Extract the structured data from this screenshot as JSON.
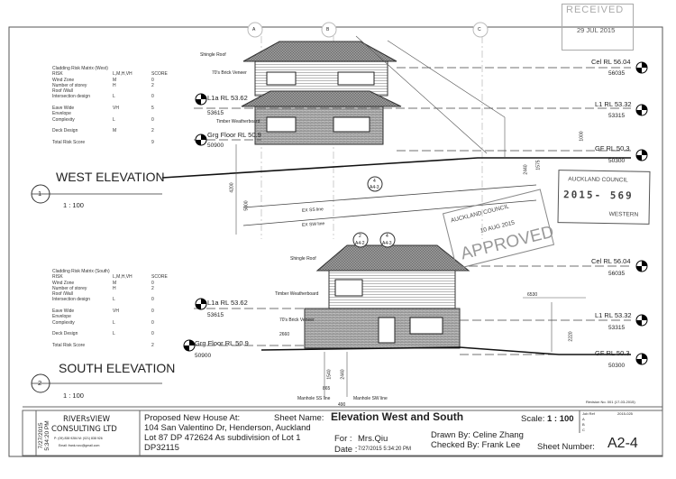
{
  "grid_labels": [
    "A",
    "B",
    "C"
  ],
  "west": {
    "title": "WEST ELEVATION",
    "scale": "1 : 100",
    "number": "1",
    "matrix": {
      "title": "Cladding Risk Matrix (West)",
      "rows": [
        [
          "RISK",
          "L,M,H,VH",
          "SCORE"
        ],
        [
          "Wind Zone",
          "M",
          "0"
        ],
        [
          "Number of storey",
          "H",
          "2"
        ],
        [
          "Roof /Wall",
          "",
          ""
        ],
        [
          "Intersection design",
          "L",
          "0"
        ],
        [
          "",
          "",
          ""
        ],
        [
          "Eave Wide",
          "VH",
          "5"
        ],
        [
          "Envelope",
          "",
          ""
        ],
        [
          "Complexity",
          "L",
          "0"
        ],
        [
          "",
          "",
          ""
        ],
        [
          "Deck Design",
          "M",
          "2"
        ],
        [
          "",
          "",
          ""
        ],
        [
          "Total Risk Score",
          "",
          "9"
        ]
      ]
    },
    "levels_left": [
      {
        "label": "L1a RL 53.62",
        "value": "53615"
      },
      {
        "label": "Grg Floor RL 50.9",
        "value": "50900"
      }
    ],
    "levels_right": [
      {
        "label": "Cel RL 56.04",
        "value": "56035"
      },
      {
        "label": "L1 RL 53.32",
        "value": "53315"
      },
      {
        "label": "GF RL 50.3",
        "value": "50300"
      }
    ],
    "notes": [
      "Shingle Roof",
      "70's Brick Veneer",
      "Timber Weatherboard",
      "EX SS line",
      "EX SW line"
    ],
    "dims": [
      "4200",
      "5000",
      "2440",
      "1575",
      "1000"
    ],
    "section": {
      "num": "4",
      "ref": "A4-3"
    }
  },
  "south": {
    "title": "SOUTH ELEVATION",
    "scale": "1 : 100",
    "number": "2",
    "matrix": {
      "title": "Cladding Risk Matrix (South)",
      "rows": [
        [
          "RISK",
          "L,M,H,VH",
          "SCORE"
        ],
        [
          "Wind Zone",
          "M",
          "0"
        ],
        [
          "Number of storey",
          "H",
          "2"
        ],
        [
          "Roof /Wall",
          "",
          ""
        ],
        [
          "Intersection design",
          "L",
          "0"
        ],
        [
          "",
          "",
          ""
        ],
        [
          "Eave Wide",
          "VH",
          "0"
        ],
        [
          "Envelope",
          "",
          ""
        ],
        [
          "Complexity",
          "L",
          "0"
        ],
        [
          "",
          "",
          ""
        ],
        [
          "Deck Design",
          "L",
          "0"
        ],
        [
          "",
          "",
          ""
        ],
        [
          "Total Risk Score",
          "",
          "2"
        ]
      ]
    },
    "levels_left": [
      {
        "label": "L1a RL 53.62",
        "value": "53615"
      },
      {
        "label": "Grg Floor RL 50.9",
        "value": "50900"
      }
    ],
    "levels_right": [
      {
        "label": "Cel RL 56.04",
        "value": "56035"
      },
      {
        "label": "L1 RL 53.32",
        "value": "53315"
      },
      {
        "label": "GF RL 50.3",
        "value": "50300"
      }
    ],
    "notes": [
      "Shingle Roof",
      "Timber Weatherboard",
      "70's Brick Veneer",
      "Manhole SS line",
      "Manhole SW line"
    ],
    "dims": [
      "6530",
      "2660",
      "2220",
      "1540",
      "2440",
      "865",
      "490"
    ],
    "sections": [
      {
        "num": "2",
        "ref": "A4-2"
      },
      {
        "num": "4",
        "ref": "A4-3"
      }
    ]
  },
  "stamps": {
    "received": {
      "title": "RECEIVED",
      "date": "29 JUL 2015"
    },
    "council": {
      "title": "AUCKLAND COUNCIL",
      "number": "2015-  569",
      "office": "WESTERN"
    },
    "approved": {
      "title": "AUCKLAND COUNCIL",
      "date": "10 AUG 2015",
      "text": "APPROVED"
    }
  },
  "revision": "Revision No. 001 (17-03-2015)",
  "title_block": {
    "side_date": "7/27/2015 5:34:20 PM",
    "company": [
      "RIVERsVIEW",
      "CONSULTING LTD"
    ],
    "contact": "P: (09) 838 9284  M: (021) 838 926",
    "email": "Email: frank.rvcc@gmail.com",
    "project_label": "Proposed New House At:",
    "address": [
      "104 San Valentino Dr, Henderson, Auckland",
      "Lot 87  DP 472624 As subdivision of Lot 1",
      "DP32115"
    ],
    "sheet_name_label": "Sheet Name:",
    "sheet_name": "Elevation West and South",
    "scale_label": "Scale:",
    "scale": "1 : 100",
    "for_label": "For  :",
    "for": "Mrs.Qiu",
    "date_label": "Date :",
    "date": "7/27/2015 5:34:20 PM",
    "drawn_by": "Drawn By: Celine Zhang",
    "checked_by": "Checked By: Frank Lee",
    "sheet_number_label": "Sheet Number:",
    "sheet_number": "A2-4",
    "job_ref_label": "Job Ref",
    "job_ref": "2015-025",
    "rev_rows": [
      "A",
      "B",
      "C"
    ]
  }
}
